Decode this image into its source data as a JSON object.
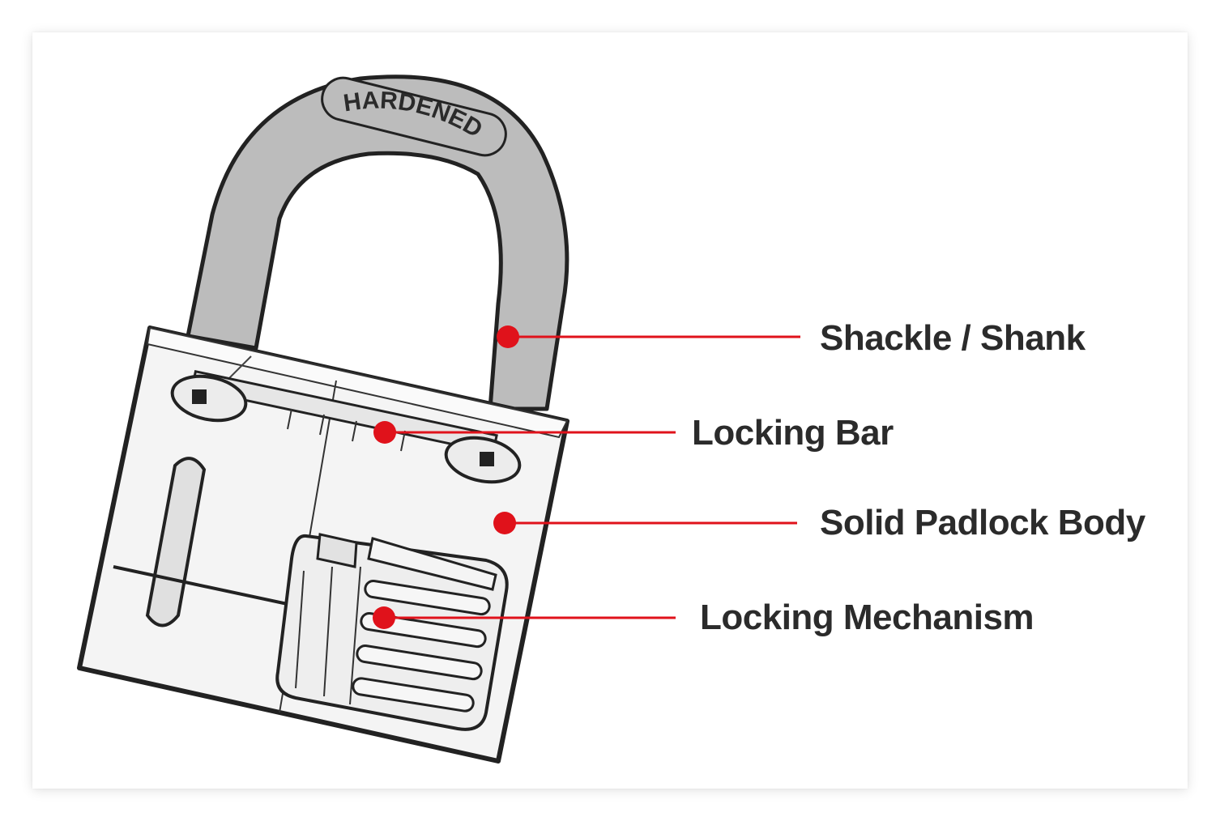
{
  "diagram": {
    "engraving_text": "HARDENED",
    "accent_color": "#e0121b",
    "labels": [
      {
        "id": "shackle",
        "text": "Shackle / Shank"
      },
      {
        "id": "locking-bar",
        "text": "Locking Bar"
      },
      {
        "id": "body",
        "text": "Solid Padlock Body"
      },
      {
        "id": "mechanism",
        "text": "Locking Mechanism"
      }
    ]
  }
}
